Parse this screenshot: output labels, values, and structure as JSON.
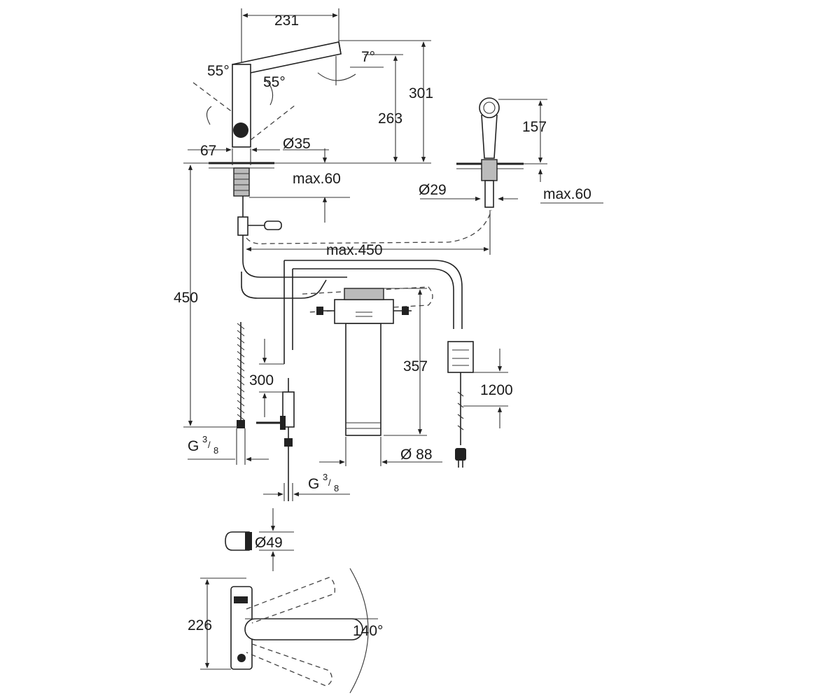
{
  "dimensions": {
    "spout_reach": "231",
    "spout_tilt": "7°",
    "rotation_left": "55°",
    "rotation_right": "55°",
    "total_height": "301",
    "spout_height": "263",
    "body_width": "67",
    "mount_hole": "Ø35",
    "max_deck_left": "max.60",
    "handspray_height": "157",
    "handspray_hole": "Ø29",
    "max_deck_right": "max.60",
    "hose_length": "max.450",
    "height_below_deck": "450",
    "valve_offset": "300",
    "filter_height": "357",
    "cable_length": "1200",
    "filter_diameter": "Ø 88",
    "thread_left_main": "G",
    "thread_left_num": "3",
    "thread_left_den": "8",
    "thread_right_main": "G",
    "thread_right_num": "3",
    "thread_right_den": "8",
    "handle_diameter": "Ø49",
    "plan_depth": "226",
    "swivel_angle": "140°"
  }
}
